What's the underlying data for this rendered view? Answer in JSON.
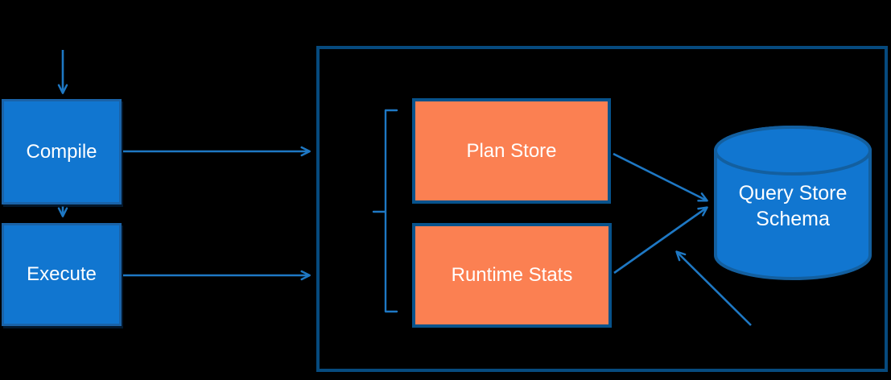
{
  "colors": {
    "background": "#000000",
    "node_blue_fill": "#1176d0",
    "node_blue_border": "#1a63a8",
    "node_orange_fill": "#fb8052",
    "node_orange_border": "#07538c",
    "container_border": "#064a7e",
    "arrow": "#1e78c4",
    "cylinder_fill": "#1176d0",
    "cylinder_border": "#135f9f",
    "text": "#ffffff"
  },
  "nodes": {
    "compile": {
      "label": "Compile"
    },
    "execute": {
      "label": "Execute"
    },
    "plan_store": {
      "label": "Plan Store"
    },
    "runtime_stats": {
      "label": "Runtime Stats"
    },
    "query_store_schema": {
      "label": "Query Store Schema"
    }
  },
  "edges": [
    {
      "from": "top-input",
      "to": "compile",
      "type": "arrow"
    },
    {
      "from": "compile",
      "to": "execute",
      "type": "arrow"
    },
    {
      "from": "compile",
      "to": "query-store-container",
      "type": "arrow"
    },
    {
      "from": "execute",
      "to": "query-store-container",
      "type": "arrow"
    },
    {
      "from": "plan_store",
      "to": "query_store_schema",
      "type": "arrow"
    },
    {
      "from": "runtime_stats",
      "to": "query_store_schema",
      "type": "arrow"
    },
    {
      "from": "bottom-input",
      "to": "query_store_schema",
      "type": "arrow"
    },
    {
      "from": "bracket",
      "to": "plan_store+runtime_stats",
      "type": "grouping-bracket"
    }
  ]
}
